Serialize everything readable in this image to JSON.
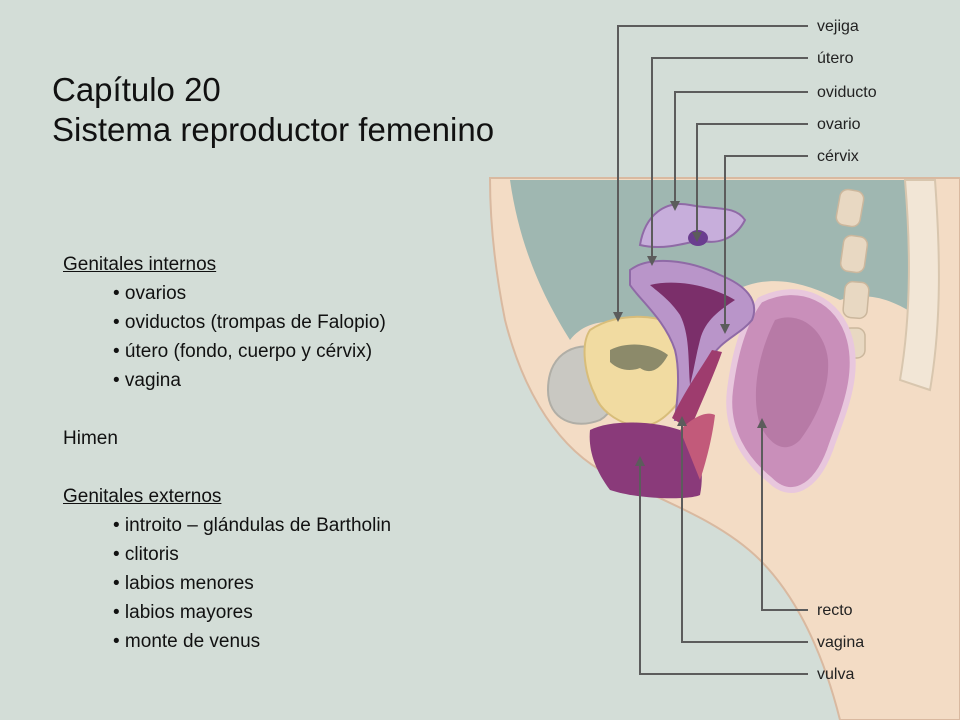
{
  "title": {
    "line1": "Capítulo 20",
    "line2": "Sistema reproductor femenino"
  },
  "internal": {
    "heading": "Genitales internos",
    "items": [
      "• ovarios",
      "• oviductos (trompas de Falopio)",
      "• útero (fondo, cuerpo y cérvix)",
      "• vagina"
    ]
  },
  "hymen": {
    "heading": "Himen"
  },
  "external": {
    "heading": "Genitales externos",
    "items": [
      "• introito – glándulas de Bartholin",
      "• clitoris",
      "• labios menores",
      "• labios mayores",
      "• monte de venus"
    ]
  },
  "figure_labels": {
    "top": [
      "vejiga",
      "útero",
      "oviducto",
      "ovario",
      "cérvix"
    ],
    "bottom": [
      "recto",
      "vagina",
      "vulva"
    ]
  }
}
